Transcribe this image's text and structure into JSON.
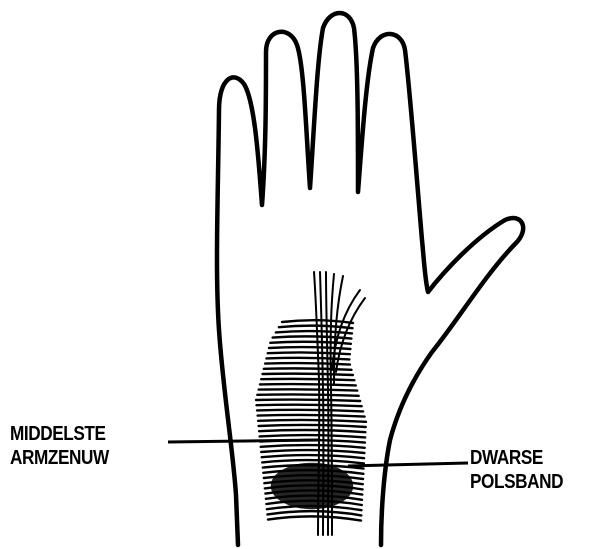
{
  "labels": {
    "median_nerve": [
      "MIDDELSTE",
      "ARMZENUW"
    ],
    "transverse_carpal_ligament": [
      "DWARSE",
      "POLSBAND"
    ]
  },
  "colors": {
    "ink": "#000000",
    "paper": "#ffffff"
  }
}
